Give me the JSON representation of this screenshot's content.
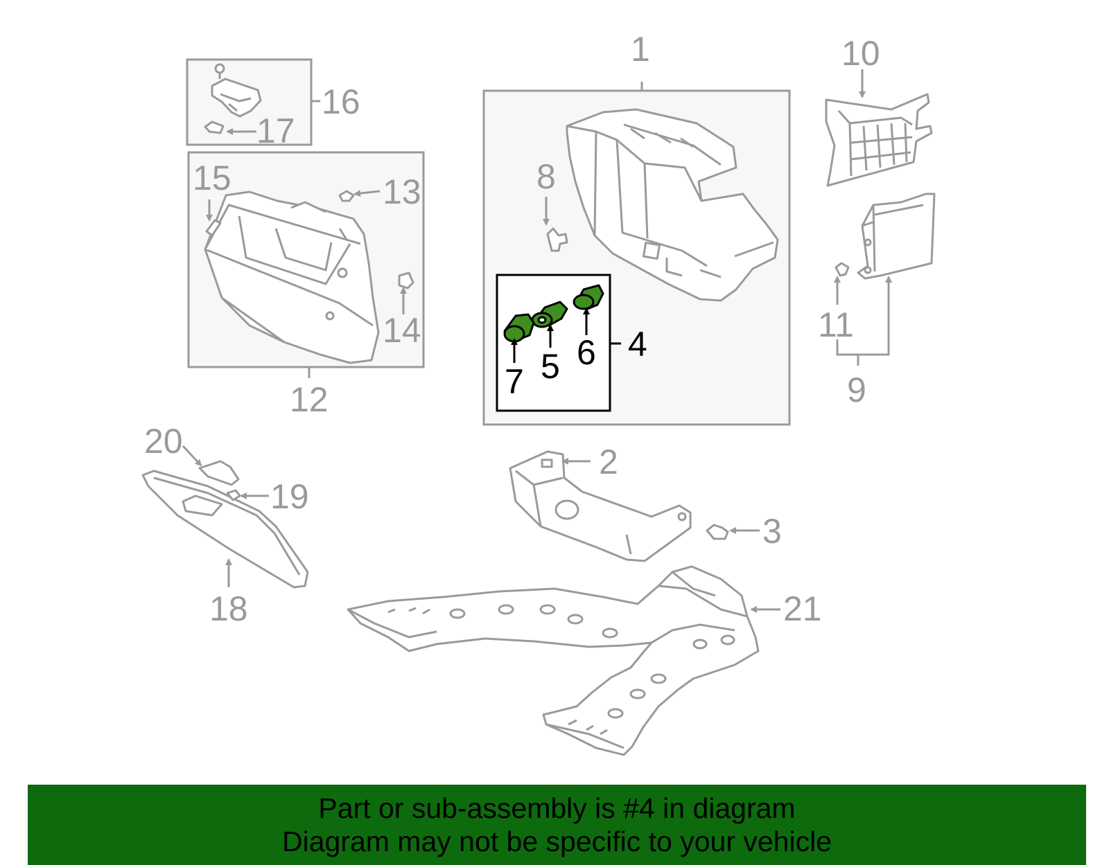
{
  "colors": {
    "part_gray": "#9a9a9a",
    "part_fill": "#ffffff",
    "box_fill": "#f7f7f7",
    "highlight_green": "#3f8f1f",
    "highlight_text": "#000000",
    "banner_green": "#0d6b0d"
  },
  "callouts": {
    "c1": "1",
    "c2": "2",
    "c3": "3",
    "c4": "4",
    "c5": "5",
    "c6": "6",
    "c7": "7",
    "c8": "8",
    "c9": "9",
    "c10": "10",
    "c11": "11",
    "c12": "12",
    "c13": "13",
    "c14": "14",
    "c15": "15",
    "c16": "16",
    "c17": "17",
    "c18": "18",
    "c19": "19",
    "c20": "20",
    "c21": "21"
  },
  "banner": {
    "line1": "Part or sub-assembly is #4 in diagram",
    "line2": "Diagram may not be specific to your vehicle"
  }
}
